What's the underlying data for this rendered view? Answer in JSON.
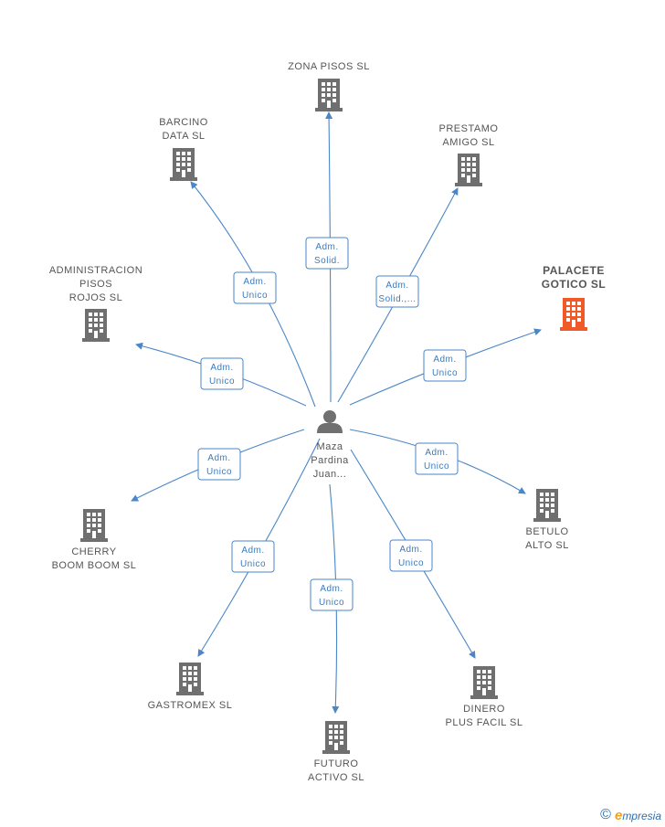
{
  "colors": {
    "edge": "#4a86c8",
    "building": "#6f6f6f",
    "highlight": "#f05a28",
    "person": "#707070"
  },
  "center": {
    "id": "person",
    "icon": "person-icon",
    "label_lines": [
      "Maza",
      "Pardina",
      "Juan..."
    ]
  },
  "companies": [
    {
      "id": "zona-pisos",
      "label_lines": [
        "ZONA PISOS SL"
      ],
      "highlight": false,
      "role_lines": [
        "Adm.",
        "Solid."
      ]
    },
    {
      "id": "barcino-data",
      "label_lines": [
        "BARCINO",
        "DATA SL"
      ],
      "highlight": false,
      "role_lines": [
        "Adm.",
        "Unico"
      ]
    },
    {
      "id": "prestamo-amigo",
      "label_lines": [
        "PRESTAMO",
        "AMIGO SL"
      ],
      "highlight": false,
      "role_lines": [
        "Adm.",
        "Solid.,..."
      ]
    },
    {
      "id": "administracion-pisos-rojos",
      "label_lines": [
        "ADMINISTRACION",
        "PISOS",
        "ROJOS SL"
      ],
      "highlight": false,
      "role_lines": [
        "Adm.",
        "Unico"
      ]
    },
    {
      "id": "palacete-gotico",
      "label_lines": [
        "PALACETE",
        "GOTICO SL"
      ],
      "highlight": true,
      "role_lines": [
        "Adm.",
        "Unico"
      ]
    },
    {
      "id": "cherry-boom-boom",
      "label_lines": [
        "CHERRY",
        "BOOM BOOM SL"
      ],
      "highlight": false,
      "role_lines": [
        "Adm.",
        "Unico"
      ]
    },
    {
      "id": "betulo-alto",
      "label_lines": [
        "BETULO",
        "ALTO SL"
      ],
      "highlight": false,
      "role_lines": [
        "Adm.",
        "Unico"
      ]
    },
    {
      "id": "gastromex",
      "label_lines": [
        "GASTROMEX SL"
      ],
      "highlight": false,
      "role_lines": [
        "Adm.",
        "Unico"
      ]
    },
    {
      "id": "futuro-activo",
      "label_lines": [
        "FUTURO",
        "ACTIVO SL"
      ],
      "highlight": false,
      "role_lines": [
        "Adm.",
        "Unico"
      ]
    },
    {
      "id": "dinero-plus-facil",
      "label_lines": [
        "DINERO",
        "PLUS FACIL SL"
      ],
      "highlight": false,
      "role_lines": [
        "Adm.",
        "Unico"
      ]
    }
  ],
  "brand": {
    "copyright": "©",
    "initial": "e",
    "name": "mpresia"
  }
}
